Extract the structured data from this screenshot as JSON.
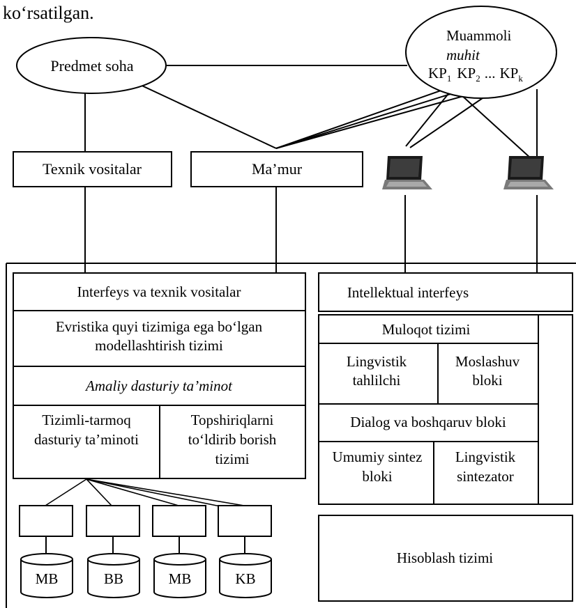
{
  "caption": "ko‘rsatilgan.",
  "nodes": {
    "predmet_soha": "Predmet soha",
    "muammoli": {
      "line1": "Muammoli",
      "line2": "muhit",
      "kp1_base": "KP",
      "kp1_sub": "1",
      "kp2_base": "KP",
      "kp2_sub": "2",
      "ellipsis": "...",
      "kpk_base": "KP",
      "kpk_sub": "k"
    },
    "texnik_vositalar": "Texnik vositalar",
    "mamur": "Ma’mur"
  },
  "left_system": {
    "interfeys": "Interfeys va texnik vositalar",
    "evristika_line1": "Evristika quyi tizimiga ega bo‘lgan",
    "evristika_line2": "modellashtirish tizimi",
    "amaliy": "Amaliy dasturiy ta’minot",
    "tizimli_line1": "Tizimli-tarmoq",
    "tizimli_line2": "dasturiy ta’minoti",
    "topshiriq_line1": "Topshiriqlarni",
    "topshiriq_line2": "to‘ldirib borish",
    "topshiriq_line3": "tizimi",
    "databases": [
      "MB",
      "BB",
      "MB",
      "KB"
    ]
  },
  "right_system": {
    "intellektual": "Intellektual interfeys",
    "muloqot": "Muloqot tizimi",
    "lingvistik_t_line1": "Lingvistik",
    "lingvistik_t_line2": "tahlilchi",
    "moslashuv_line1": "Moslashuv",
    "moslashuv_line2": "bloki",
    "dialog": "Dialog va boshqaruv bloki",
    "umumiy_line1": "Umumiy sintez",
    "umumiy_line2": "bloki",
    "lingvistik_s_line1": "Lingvistik",
    "lingvistik_s_line2": "sintezator",
    "hisoblash": "Hisoblash tizimi"
  },
  "icons": [
    "laptop-icon",
    "database-icon"
  ]
}
